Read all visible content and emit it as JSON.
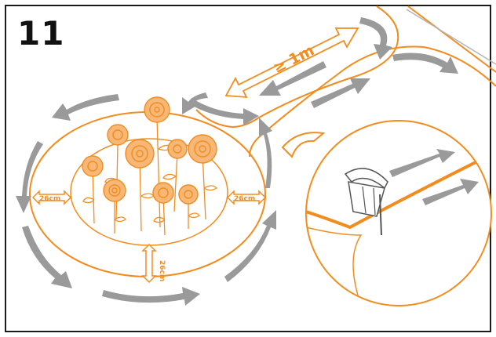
{
  "step": {
    "number": "11"
  },
  "labels": {
    "distance": "≥ 1m",
    "gap_left": "26cm",
    "gap_right": "26cm",
    "gap_bottom": "26cm"
  },
  "colors": {
    "accent": "#f28c1e",
    "arrow": "#9a9a9a",
    "outline": "#1a1a1a",
    "background": "#ffffff"
  },
  "icons": {
    "mower": "robot-mower-icon",
    "flowers": "flower-bed-icon"
  }
}
